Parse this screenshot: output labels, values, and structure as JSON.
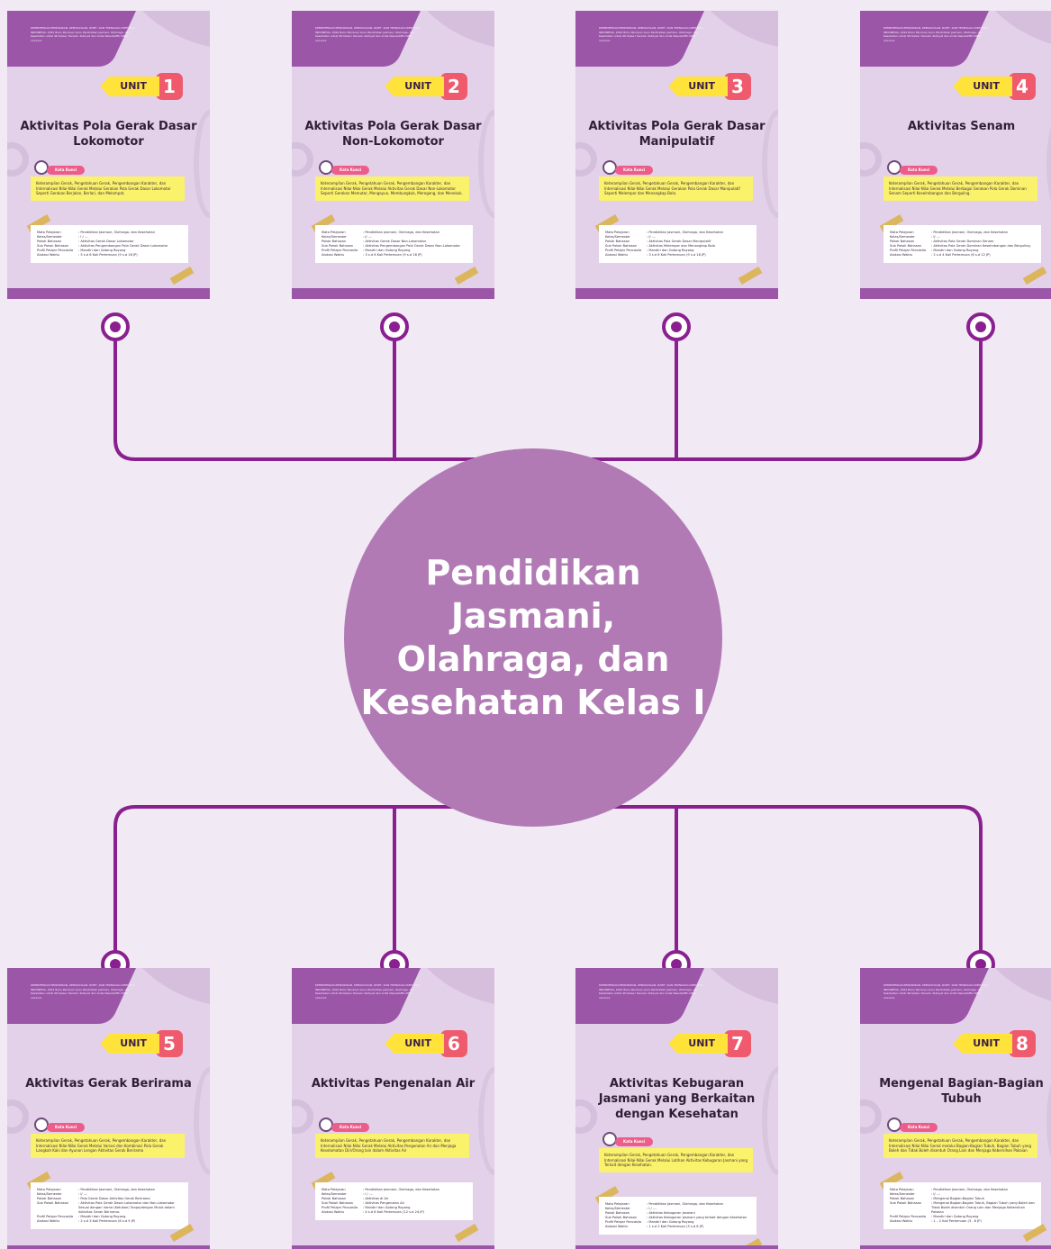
{
  "center": {
    "title": "Pendidikan Jasmani, Olahraga, dan Kesehatan Kelas I"
  },
  "colors": {
    "background": "#f1e9f4",
    "circle": "#b17ab5",
    "connector": "#8a2090",
    "card_top": "#9b56a8",
    "unit_label": "#ffe33a",
    "unit_number": "#ef5a6c",
    "kata_kunci_box": "#fbf26b"
  },
  "card_common": {
    "publisher_text": "KEMENTERIAN PENDIDIKAN, KEBUDAYAAN, RISET, DAN TEKNOLOGI REPUBLIK INDONESIA, 2022 Buku Panduan Guru Pendidikan Jasmani, Olahraga, dan Kesehatan untuk SD Kelas I Penulis: Ruhiyat dan Ardia Nasrallaffin ISBN: xxxxxxx",
    "unit_label": "UNIT",
    "kata_kunci_label": "Kata Kunci",
    "meta_keys": {
      "mapel": "Mata Pelajaran",
      "kelas": "Kelas/Semester",
      "pokok": "Pokok Bahasan",
      "subpokok": "Sub Pokok Bahasan",
      "profil": "Profil Pelajar Pancasila",
      "alokasi": "Alokasi Waktu"
    }
  },
  "units": [
    {
      "number": "1",
      "title": "Aktivitas Pola Gerak Dasar Lokomotor",
      "keywords": "Keterampilan Gerak, Pengetahuan Gerak, Pengembangan Karakter, dan Internalisasi Nilai-Nilai Gerak Melalui Gerakan Pola Gerak Dasar Lokomotor Seperti Gerakan Berjalan, Berlari, dan Melompat.",
      "mapel": ": Pendidikan Jasmani, Olahraga, dan Kesehatan",
      "kelas": ": I / ....",
      "pokok": ": Aktivitas Gerak Dasar Lokomotor",
      "subpokok": ": Aktivitas Pengembangan Pola Gerak Dasar Lokomotor",
      "profil": ": Mandiri dan Gotong Royong",
      "alokasi": ": 5 s.d 6 Kali Pertemuan (9 s.d 18 JP)"
    },
    {
      "number": "2",
      "title": "Aktivitas Pola Gerak Dasar Non-Lokomotor",
      "keywords": "Keterampilan Gerak, Pengetahuan Gerak, Pengembangan Karakter, dan Internalisasi Nilai-Nilai Gerak Melalui Aktivitas Gerak Dasar Non-Lokomotor Seperti Gerakan Memutar, Mengayun, Membungkuk, Meregang, dan Menekuk.",
      "mapel": ": Pendidikan Jasmani, Olahraga, dan Kesehatan",
      "kelas": ": I/ ....",
      "pokok": ": Aktivitas Gerak Dasar Non-Lokomotor",
      "subpokok": ": Aktivitas Pengembangan Pola Gerak Dasar Non-Lokomotor",
      "profil": ": Mandiri dan Gotong Royong",
      "alokasi": ": 3 s.d 6 Kali Pertemuan (9 s.d 18 JP)"
    },
    {
      "number": "3",
      "title": "Aktivitas Pola Gerak Dasar Manipulatif",
      "keywords": "Keterampilan Gerak, Pengetahuan Gerak, Pengembangan Karakter, dan Internalisasi Nilai-Nilai Gerak Melalui Gerakan Pola Gerak Dasar Manipulatif Seperti Melempar dan Menangkap Bola.",
      "mapel": ": Pendidikan Jasmani, Olahraga, dan Kesehatan",
      "kelas": ": I/ ....",
      "pokok": ": Aktivitas Pola Gerak Dasar Manipulatif",
      "subpokok": ": Aktivitas Melempar dan Menangkap Bola",
      "profil": ": Mandiri dan Gotong Royong",
      "alokasi": ": 3 s.d 6 Kali Pertemuan (9 s.d 18 JP)"
    },
    {
      "number": "4",
      "title": "Aktivitas Senam",
      "keywords": "Keterampilan Gerak, Pengetahuan Gerak, Pengembangan Karakter, dan Internalisasi Nilai-Nilai Gerak Melalui Berbagai Gerakan Pola Gerak Dominan Senam Seperti Keseimbangan dan Berguling.",
      "mapel": ": Pendidikan Jasmani, Olahraga, dan Kesehatan",
      "kelas": ": I/ ....",
      "pokok": ": Aktivitas Pola Gerak Dominan Senam",
      "subpokok": ": Aktivitas Pola Gerak Dominan Keseimbangan dan Berguling.",
      "profil": ": Mandiri dan Gotong Royong",
      "alokasi": ": 2 s.d 4 Kali Pertemuan (6 s.d 12 JP)"
    },
    {
      "number": "5",
      "title": "Aktivitas Gerak Berirama",
      "keywords": "Keterampilan Gerak, Pengetahuan Gerak, Pengembangan Karakter, dan Internalisasi Nilai-Nilai Gerak Melalui Variasi dan Kombinasi Pola Gerak Langkah Kaki dan Ayunan Lengan Aktivitas Gerak Berirama",
      "mapel": ": Pendidikan Jasmani, Olahraga, dan Kesehatan",
      "kelas": ": I/ ....",
      "pokok": ": Pola Gerak Dasar Aktivitas Gerak Berirama",
      "subpokok": ": Aktivitas Pola Gerak Dasar Lokomotor dan Non-Lokomotor Sesuai dengan Irama (Ketukan) Tanpa/dengan Musik dalam Aktivitas Gerak Berirama.",
      "profil": ": Mandiri dan Gotong Royong",
      "alokasi": ": 2 s.d 3 Kali Pertemuan (6 s.d 9 JP)"
    },
    {
      "number": "6",
      "title": "Aktivitas Pengenalan Air",
      "keywords": "Keterampilan Gerak, Pengetahuan Gerak, Pengembangan Karakter, dan Internalisasi Nilai-Nilai Gerak Melalui Aktivitas Pengenalan Air dan Menjaga Keselamatan Diri/Orang lain dalam Aktivitas Air",
      "mapel": ": Pendidikan Jasmani, Olahraga, dan Kesehatan",
      "kelas": ": I / ....",
      "pokok": ": Aktivitas di Air",
      "subpokok": ": Aktivitas Pengenalan Air",
      "profil": ": Mandiri dan Gotong Royong",
      "alokasi": ": 4 s.d 8 Kali Pertemuan (12 s.d 24 JP)"
    },
    {
      "number": "7",
      "title": "Aktivitas Kebugaran Jasmani yang Berkaitan dengan Kesehatan",
      "keywords": "Keterampilan Gerak, Pengetahuan Gerak, Pengembangan Karakter, dan Internalisasi Nilai-Nilai Gerak Melalui Latihan Aktivitas Kebugaran Jasmani yang Terkait dengan Kesehatan.",
      "mapel": ": Pendidikan Jasmani, Olahraga, dan Kesehatan",
      "kelas": ": I / ....",
      "pokok": ": Aktivitas Kebugaran Jasmani",
      "subpokok": ": Aktivitas Kebugaran Jasmani yang terkait dengan Kesehatan",
      "profil": ": Mandiri dan Gotong Royong",
      "alokasi": ": 1 s.d 2 Kali Pertemuan (3 s.d 6 JP)"
    },
    {
      "number": "8",
      "title": "Mengenal Bagian-Bagian Tubuh",
      "keywords": "Keterampilan Gerak, Pengetahuan Gerak, Pengembangan Karakter, dan Internalisasi Nilai-Nilai Gerak melalui Bagian-Bagian Tubuh, Bagian Tubuh yang Boleh dan Tidak Boleh disentuh Orang Lain dan Menjaga Kebersihan Pakaian",
      "mapel": ": Pendidikan Jasmani, Olahraga, dan Kesehatan",
      "kelas": ": I/ ....",
      "pokok": ": Mengenal Bagian-Bagian Tubuh",
      "subpokok": ": Mengenal Bagian-Bagian Tubuh, Bagian Tubuh yang Boleh dan Tidak Boleh disentuh Orang Lain dan Menjaga Kebersihan Pakaian",
      "profil": ": Mandiri dan Gotong Royong",
      "alokasi": ": 1 – 2 Kali Pertemuan (3 - 6 JP)"
    }
  ]
}
